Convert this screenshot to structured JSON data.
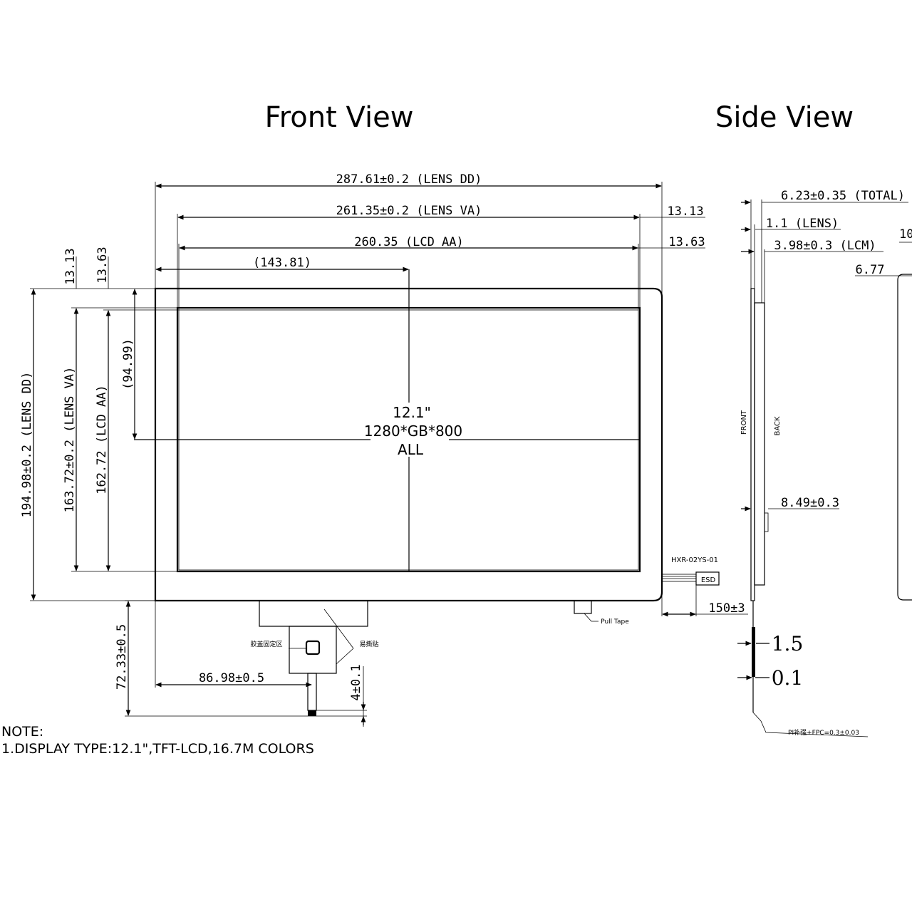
{
  "titles": {
    "front": "Front View",
    "side": "Side View"
  },
  "front": {
    "lens_dd_width": "287.61±0.2 (LENS DD)",
    "lens_va_width": "261.35±0.2 (LENS VA)",
    "lcd_aa_width": "260.35 (LCD AA)",
    "center_x": "(143.81)",
    "right_offset_va": "13.13",
    "right_offset_aa": "13.63",
    "top_offset_va": "13.13",
    "top_offset_aa": "13.63",
    "center_y": "(94.99)",
    "lens_dd_height": "194.98±0.2 (LENS DD)",
    "lens_va_height": "163.72±0.2 (LENS VA)",
    "lcd_aa_height": "162.72 (LCD AA)",
    "label_size": "12.1\"",
    "label_resolution": "1280*GB*800",
    "label_all": "ALL",
    "connector_model": "HXR-02YS-01",
    "esd": "ESD",
    "pull_tape": "Pull Tape",
    "fpc_length": "150±3",
    "fpc_height": "72.33±0.5",
    "fpc_offset": "86.98±0.5",
    "fpc_tail": "4±0.1",
    "glue_area": "胶盖固定区",
    "easy_tear": "易撕贴"
  },
  "side": {
    "total": "6.23±0.35 (TOTAL)",
    "lens": "1.1 (LENS)",
    "lcm": "3.98±0.3 (LCM)",
    "front_label": "FRONT",
    "back_label": "BACK",
    "depth": "8.49±0.3",
    "fpc_thick": "1.5",
    "fpc_gap": "0.1",
    "pi_note": "PI补强+FPC=0.3±0.03",
    "cut_top": "10",
    "cut_mid": "6.77"
  },
  "notes": {
    "heading": "NOTE:",
    "line1": "1.DISPLAY TYPE:12.1\",TFT-LCD,16.7M COLORS"
  }
}
